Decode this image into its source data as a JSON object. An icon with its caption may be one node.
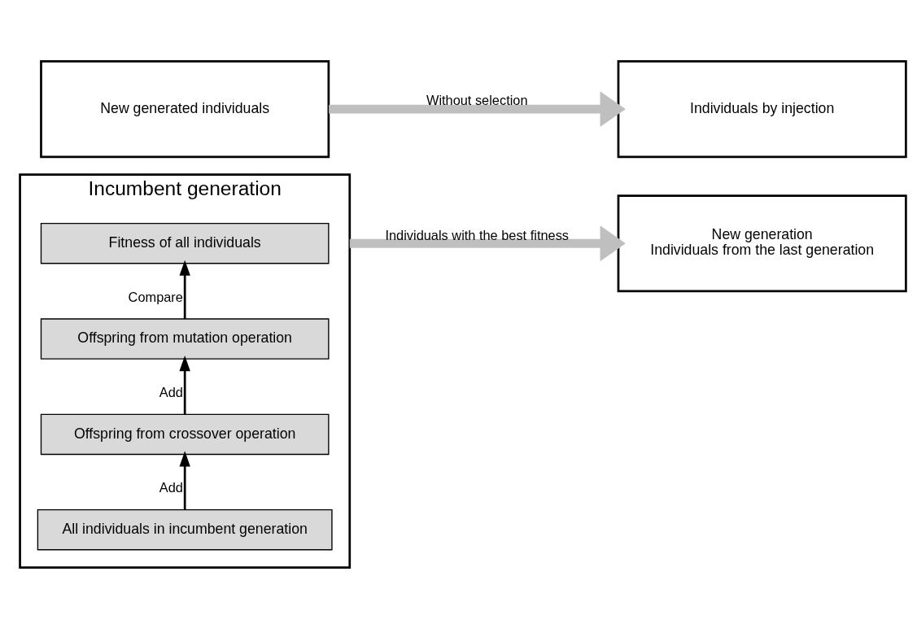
{
  "diagram": {
    "nodes": [
      {
        "text": [
          "Incumbent generation"
        ]
      },
      {
        "text": [
          "All individuals in incumbent generation"
        ],
        "in": 0
      },
      {
        "text": [
          "Offspring from crossover operation"
        ],
        "in": 0
      },
      {
        "text": [
          "Offspring from mutation operation"
        ],
        "in": 0
      },
      {
        "text": [
          "Fitness of all individuals"
        ],
        "in": 0
      },
      {
        "text": [
          "New generated individuals"
        ]
      },
      {
        "text": [
          "New generation",
          "Individuals from the last generation"
        ]
      },
      {
        "text": [
          "Individuals by injection"
        ]
      }
    ],
    "edges": [
      {
        "from": 1,
        "to": 2,
        "arrow": "to",
        "label": "Add"
      },
      {
        "from": 2,
        "to": 3,
        "arrow": "to",
        "label": "Add"
      },
      {
        "from": 3,
        "to": 4,
        "arrow": "to",
        "label": "Compare"
      },
      {
        "from": 0,
        "to": 6,
        "arrow": "to",
        "label": "Individuals with the best fitness",
        "style": "thick",
        "color": "#bfbfbf"
      },
      {
        "from": 5,
        "to": 7,
        "arrow": "to",
        "label": "Without selection",
        "style": "thick",
        "color": "#bfbfbf"
      }
    ]
  }
}
